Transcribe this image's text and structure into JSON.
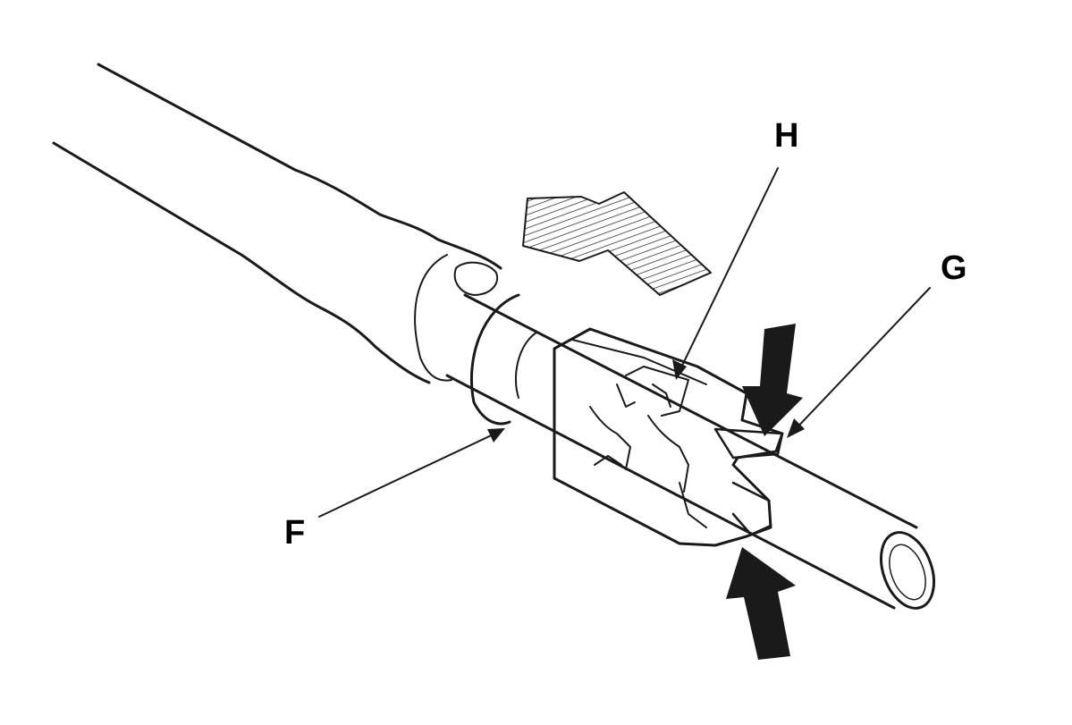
{
  "labels": {
    "f": "F",
    "g": "G",
    "h": "H"
  },
  "colors": {
    "ink": "#1a1a1a",
    "background": "#ffffff",
    "arrow_fill": "#1a1a1a"
  },
  "icons": {
    "direction_arrow": "hatched-arrow-icon",
    "press_arrows": "press-arrow-icon"
  }
}
